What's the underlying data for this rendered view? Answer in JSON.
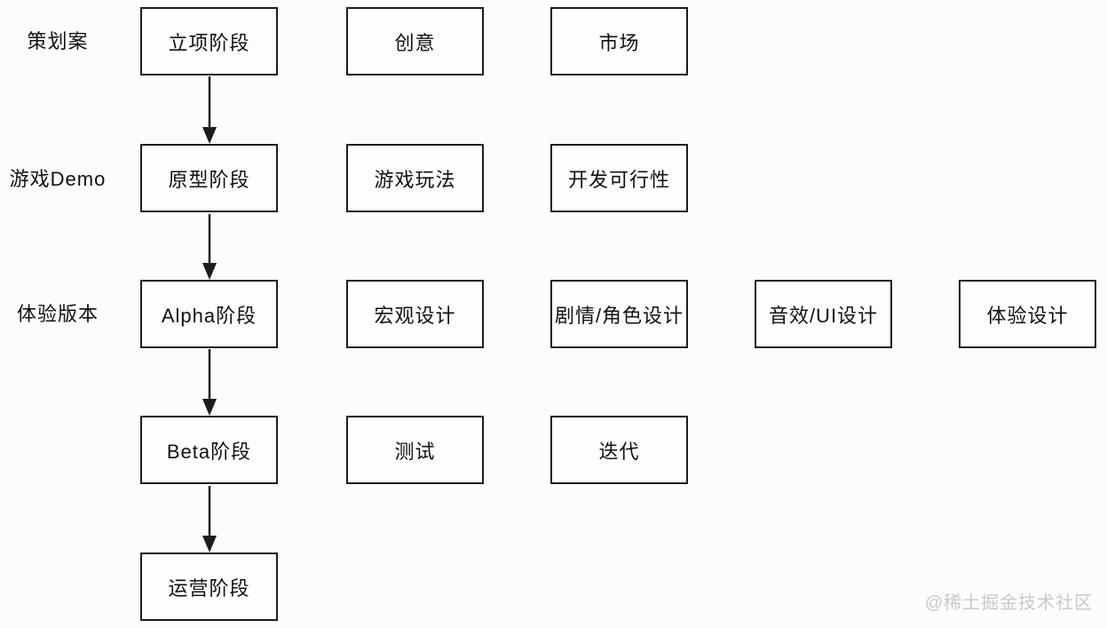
{
  "flow": {
    "rows": [
      {
        "label": "策划案",
        "boxes": [
          "立项阶段",
          "创意",
          "市场"
        ]
      },
      {
        "label": "游戏Demo",
        "boxes": [
          "原型阶段",
          "游戏玩法",
          "开发可行性"
        ]
      },
      {
        "label": "体验版本",
        "boxes": [
          "Alpha阶段",
          "宏观设计",
          "剧情/角色设计",
          "音效/UI设计",
          "体验设计"
        ]
      },
      {
        "label": "",
        "boxes": [
          "Beta阶段",
          "测试",
          "迭代"
        ]
      },
      {
        "label": "",
        "boxes": [
          "运营阶段"
        ]
      }
    ]
  },
  "watermark": {
    "text": "@稀土掘金技术社区"
  },
  "colors": {
    "background": "#fcfcfc",
    "box_border": "#1c1c1c",
    "text": "#111111",
    "watermark": "#c9c9c9"
  }
}
